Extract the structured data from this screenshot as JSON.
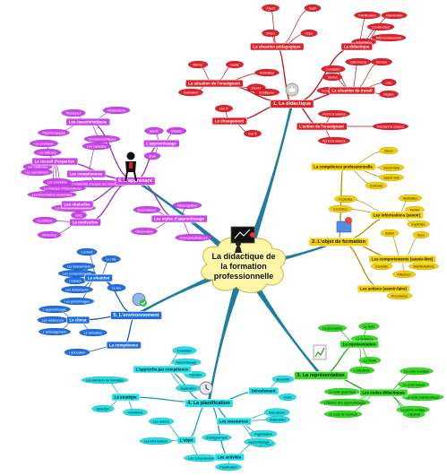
{
  "center": {
    "title_line1": "La didactique de",
    "title_line2": "la formation",
    "title_line3": "professionnelle"
  },
  "colors": {
    "red": "#e0202a",
    "red_link": "#c0141c",
    "yellow": "#f4d000",
    "yellow_link": "#b09000",
    "green": "#33dd22",
    "green_link": "#20a818",
    "cyan": "#22e0e8",
    "cyan_link": "#12a6b0",
    "blue": "#1f6fe0",
    "blue_link": "#1558b8",
    "purple": "#cc44ee",
    "purple_link": "#9a2ec0",
    "trunk": "#1f7ea0",
    "center_fill": "#fff6a8"
  },
  "branches": [
    {
      "title": "1. La didactique",
      "color": "red",
      "subnodes": [
        {
          "label": "La situation pédagogique",
          "leaves": [
            "Agent",
            "Sujet",
            "Milieu",
            "Objet"
          ]
        },
        {
          "label": "La didactique",
          "leaves": [
            "Planification",
            "Intervention",
            "Construction",
            "Réinvestissement",
            "Adaptation"
          ]
        },
        {
          "label": "La situation de l'enseignant",
          "leaves": [
            "Mentor",
            "Guide",
            "Animateur",
            "Formateur",
            "Élevez",
            "Expliqueur"
          ]
        },
        {
          "label": "La situation de travail",
          "leaves": [
            "Conseiller",
            "Instruments",
            "Serveur",
            "Tâches",
            "Lieu",
            "Compétences",
            "Règles"
          ]
        },
        {
          "label": "Le changement",
          "leaves": [
            "Dot ®",
            "Dot ®"
          ]
        },
        {
          "label": "L'action de l'enseignant",
          "leaves": [
            "Avant la séance",
            "Pendant la séance",
            "Après la séance"
          ]
        }
      ]
    },
    {
      "title": "2. L'objet de formation",
      "color": "yellow",
      "subnodes": [
        {
          "label": "La compétence professionnelle",
          "leaves": [
            "Savoir",
            "Savoir-faire",
            "Savoir-être",
            "Contexte"
          ]
        },
        {
          "label": "Les informations (savoir)",
          "leaves": [
            "Explicites",
            "Abstraites",
            "Concrètes",
            "Tacites",
            "Implicites"
          ]
        },
        {
          "label": "Les comportements (savoir-être)",
          "leaves": [
            "Action",
            "Sens",
            "Conduite",
            "Manifestations",
            "Affectives"
          ]
        },
        {
          "label": "Les actions (savoir-faire)",
          "leaves": [
            "Procédures"
          ]
        }
      ]
    },
    {
      "title": "3. La représentation",
      "color": "green",
      "subnodes": [
        {
          "label": "La représentation",
          "leaves": [
            "La perception",
            "Le texte",
            "La tendance",
            "La modé",
            "L'affectivité"
          ]
        },
        {
          "label": "Les codes didactiques",
          "leaves": [
            "Le code iconique",
            "Le code textuel",
            "Le code mathématique",
            "Le code graphique",
            "La forme verbale",
            "L'histoire des apprentissages",
            "L'abstrait",
            "Le code de l'écriture"
          ]
        }
      ]
    },
    {
      "title": "4. La planification",
      "color": "cyan",
      "subnodes": [
        {
          "label": "L'approche par compétence",
          "leaves": [
            "Évaluation",
            "Apprentissage",
            "Transfert",
            "Application"
          ]
        },
        {
          "label": "La stratégie",
          "leaves": [
            "Les éléments de formation",
            "Sélection",
            "Conditions"
          ]
        },
        {
          "label": "Déroulement",
          "leaves": [
            "Bonnette",
            "Outils"
          ]
        },
        {
          "label": "Les ressources",
          "leaves": [
            "Éducateurs",
            "Matérielles",
            "Organisation",
            "Cognitives"
          ]
        },
        {
          "label": "L'objet",
          "leaves": [
            "Les actions",
            "Les informations",
            "Les comportements"
          ]
        },
        {
          "label": "Les activités",
          "leaves": [
            "Enseignement",
            "Apprentissage",
            "Planification"
          ]
        }
      ]
    },
    {
      "title": "5. L'environnement",
      "color": "blue",
      "subnodes": [
        {
          "label": "La situation",
          "leaves": [
            "L'enfant",
            "Le rôle",
            "Les événements",
            "Les comportements",
            "L'espace",
            "Les instruments",
            "Le lieu",
            "Les personnages"
          ]
        },
        {
          "label": "Le climat",
          "leaves": [
            "L'apprentissage",
            "Les ressources",
            "L'aménagement",
            "Le formateur"
          ]
        },
        {
          "label": "La compétence",
          "leaves": [
            "L'éducation"
          ]
        }
      ]
    },
    {
      "title": "6. L'apprenant",
      "color": "purple",
      "subnodes": [
        {
          "label": "Les caractéristiques",
          "leaves": [
            "Physiques",
            "Métabolisme",
            "Psychologiques",
            "Socioéconomiques"
          ]
        },
        {
          "label": "Le recueil d'expertise",
          "leaves": [
            "Les pratiques",
            "Les attitudes",
            "Les habitudes",
            "Les spécialistes",
            "Les conduites",
            "Le manque d'informations",
            "Les informations résiduelles"
          ]
        },
        {
          "label": "L'apprentissage",
          "leaves": [
            "Savoir",
            "Modèle",
            "Style"
          ]
        },
        {
          "label": "Les compétences",
          "leaves": [
            "Les capacités",
            "L'ensemble d'acquis des informations"
          ]
        },
        {
          "label": "Les obstacles",
          "leaves": [
            "Le bruit des informations"
          ]
        },
        {
          "label": "Les styles d'apprentissage",
          "leaves": [
            "Métacognition",
            "Explorateurs",
            "Observation",
            "Conceptualisateurs"
          ]
        },
        {
          "label": "La motivation",
          "leaves": [
            "Buts",
            "Conditions",
            "Attribution"
          ]
        }
      ]
    }
  ]
}
